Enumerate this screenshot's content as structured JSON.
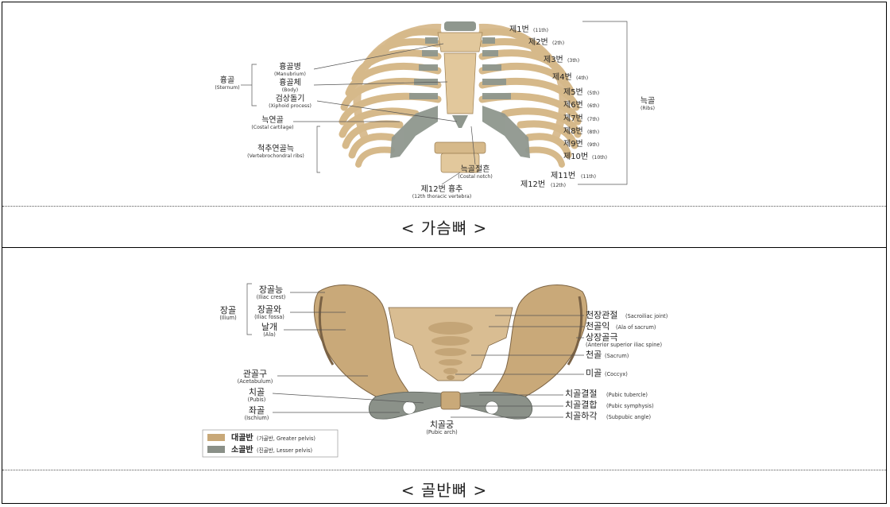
{
  "figure1": {
    "caption": "< 가슴뼈 >",
    "sternum": {
      "label_ko": "흉골",
      "label_en": "(Sternum)"
    },
    "manubrium": {
      "ko": "흉골병",
      "en": "(Manubrium)"
    },
    "body": {
      "ko": "흉골체",
      "en": "(Body)"
    },
    "xiphoid": {
      "ko": "검상돌기",
      "en": "(Xiphoid process)"
    },
    "costal_cartilage": {
      "ko": "늑연골",
      "en": "(Costal cartilage)"
    },
    "vertebrochondral": {
      "ko": "척추연골늑",
      "en": "(Vertebrochondral ribs)"
    },
    "costal_notch": {
      "ko": "늑골절흔",
      "en": "(Costal notch)"
    },
    "thoracic12": {
      "ko": "제12번 흉추",
      "en": "(12th thoracic vertebra)"
    },
    "ribs_group": {
      "ko": "늑골",
      "en": "(Ribs)"
    },
    "ribs": [
      {
        "ko": "제1번",
        "en": "(11th)"
      },
      {
        "ko": "제2번",
        "en": "(2th)"
      },
      {
        "ko": "제3번",
        "en": "(3th)"
      },
      {
        "ko": "제4번",
        "en": "(4th)"
      },
      {
        "ko": "제5번",
        "en": "(5th)"
      },
      {
        "ko": "제6번",
        "en": "(6th)"
      },
      {
        "ko": "제7번",
        "en": "(7th)"
      },
      {
        "ko": "제8번",
        "en": "(8th)"
      },
      {
        "ko": "제9번",
        "en": "(9th)"
      },
      {
        "ko": "제10번",
        "en": "(10th)"
      },
      {
        "ko": "제11번",
        "en": "(11th)"
      },
      {
        "ko": "제12번",
        "en": "(12th)"
      }
    ]
  },
  "figure2": {
    "caption": "< 골반뼈 >",
    "ilium": {
      "ko": "장골",
      "en": "(Ilium)"
    },
    "iliac_crest": {
      "ko": "장골능",
      "en": "(Iliac crest)"
    },
    "iliac_fossa": {
      "ko": "장골와",
      "en": "(Iliac fossa)"
    },
    "ala": {
      "ko": "날개",
      "en": "(Ala)"
    },
    "acetabulum": {
      "ko": "관골구",
      "en": "(Acetabulum)"
    },
    "pubis": {
      "ko": "치골",
      "en": "(Pubis)"
    },
    "ischium": {
      "ko": "좌골",
      "en": "(Ischium)"
    },
    "pubic_arch": {
      "ko": "치골궁",
      "en": "(Pubic arch)"
    },
    "sacroiliac": {
      "ko": "천장관절",
      "en": "(Sacroiliac joint)"
    },
    "ala_sacrum": {
      "ko": "천골익",
      "en": "(Ala of sacrum)"
    },
    "asis": {
      "ko": "상장골극",
      "en": "(Anterior superior iliac spine)"
    },
    "sacrum": {
      "ko": "천골",
      "en": "(Sacrum)"
    },
    "coccyx": {
      "ko": "미골",
      "en": "(Coccyx)"
    },
    "pubic_tubercle": {
      "ko": "치골결절",
      "en": "(Pubic tubercle)"
    },
    "pubic_symphysis": {
      "ko": "치골결합",
      "en": "(Pubic symphysis)"
    },
    "subpubic": {
      "ko": "치골하각",
      "en": "(Subpubic angle)"
    },
    "legend": [
      {
        "ko": "대골반",
        "en": "(가골반, Greater pelvis)",
        "color": "#c8a878"
      },
      {
        "ko": "소골반",
        "en": "(진골반, Lesser pelvis)",
        "color": "#8a9088"
      }
    ]
  }
}
